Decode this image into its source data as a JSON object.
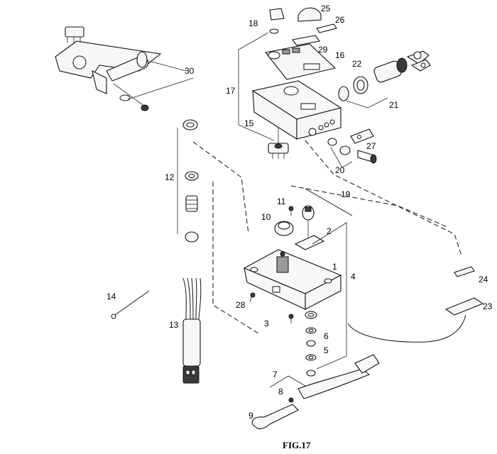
{
  "figure": {
    "caption": "FIG.17",
    "callouts": {
      "c1": "1",
      "c2": "2",
      "c3": "3",
      "c4": "4",
      "c5": "5",
      "c6": "6",
      "c7": "7",
      "c8": "8",
      "c9": "9",
      "c10": "10",
      "c11": "11",
      "c12": "12",
      "c13": "13",
      "c14": "14",
      "c15": "15",
      "c16": "16",
      "c17": "17",
      "c18": "18",
      "c19": "19",
      "c20": "20",
      "c21": "21",
      "c22": "22",
      "c23": "23",
      "c24": "24",
      "c25": "25",
      "c26": "26",
      "c27": "27",
      "c28": "28",
      "c29": "29",
      "c30": "30"
    }
  }
}
